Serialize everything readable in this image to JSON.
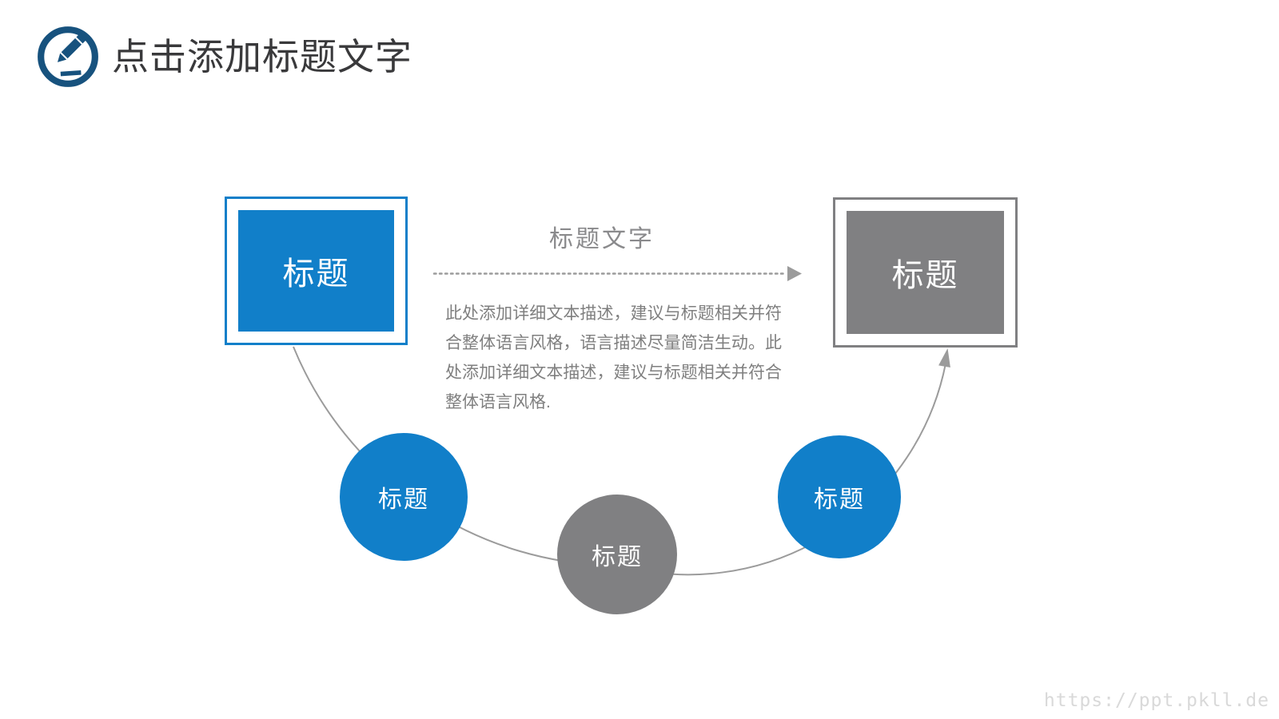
{
  "slide": {
    "header": {
      "title": "点击添加标题文字",
      "icon": "pencil-edit-icon"
    },
    "diagram": {
      "start_box": {
        "label": "标题",
        "color": "#117FC9"
      },
      "end_box": {
        "label": "标题",
        "color": "#808082"
      },
      "connector": {
        "label": "标题文字",
        "style": "dotted-arrow-right"
      },
      "description": "此处添加详细文本描述，建议与标题相关并符合整体语言风格，语言描述尽量简洁生动。此处添加详细文本描述，建议与标题相关并符合整体语言风格.",
      "steps": [
        {
          "label": "标题",
          "color": "#117FC9"
        },
        {
          "label": "标题",
          "color": "#808082"
        },
        {
          "label": "标题",
          "color": "#117FC9"
        }
      ]
    },
    "watermark": "https://ppt.pkll.de",
    "colors": {
      "accent_blue": "#117FC9",
      "neutral_gray": "#808082",
      "line_gray": "#9B9B9B",
      "icon_navy": "#17527E",
      "title_text": "#39393B",
      "body_text": "#7F7F7F",
      "watermark_text": "#D9D9D9"
    }
  }
}
